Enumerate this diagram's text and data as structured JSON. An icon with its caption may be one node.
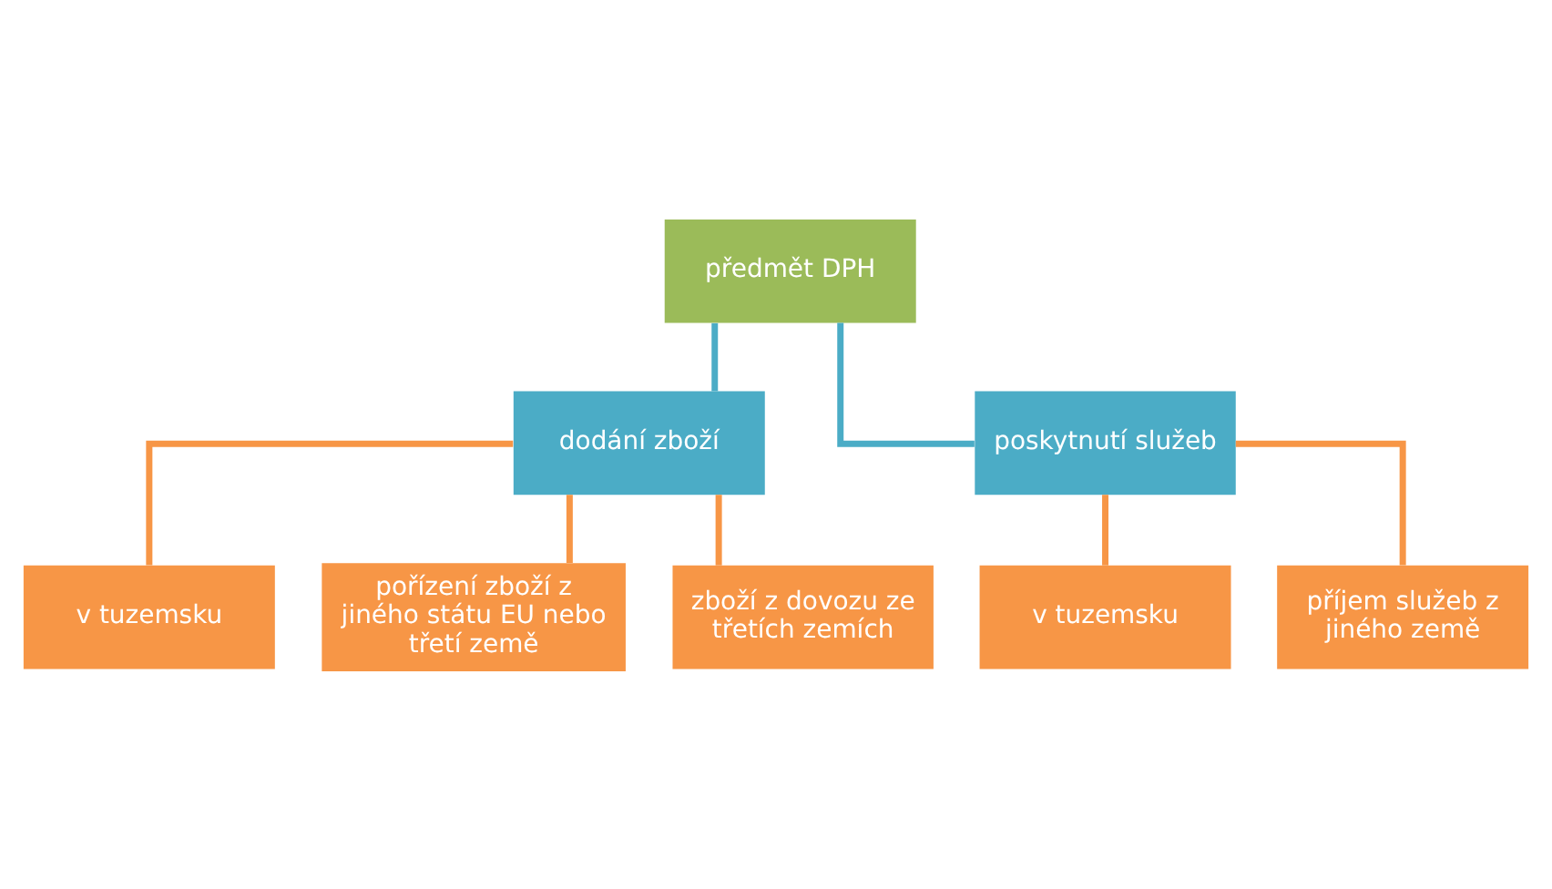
{
  "diagram": {
    "nodes": [
      {
        "text": [
          "předmět DPH"
        ]
      },
      {
        "text": [
          "dodání zboží"
        ]
      },
      {
        "text": [
          "poskytnutí služeb"
        ]
      },
      {
        "text": [
          "v tuzemsku"
        ]
      },
      {
        "text": [
          "pořízení zboží z jiného státu EU nebo třetí země"
        ]
      },
      {
        "text": [
          "zboží z dovozu ze třetích zemích"
        ]
      },
      {
        "text": [
          "v tuzemsku"
        ]
      },
      {
        "text": [
          "příjem služeb z jiného země"
        ]
      }
    ],
    "edges": [
      {
        "from": 0,
        "to": 1,
        "arrow": "none",
        "color": "#4bacc6"
      },
      {
        "from": 0,
        "to": 2,
        "arrow": "none",
        "color": "#4bacc6"
      },
      {
        "from": 1,
        "to": 3,
        "arrow": "none"
      },
      {
        "from": 1,
        "to": 4,
        "arrow": "none"
      },
      {
        "from": 1,
        "to": 5,
        "arrow": "none"
      },
      {
        "from": 2,
        "to": 6,
        "arrow": "none"
      },
      {
        "from": 2,
        "to": 7,
        "arrow": "none"
      }
    ]
  }
}
